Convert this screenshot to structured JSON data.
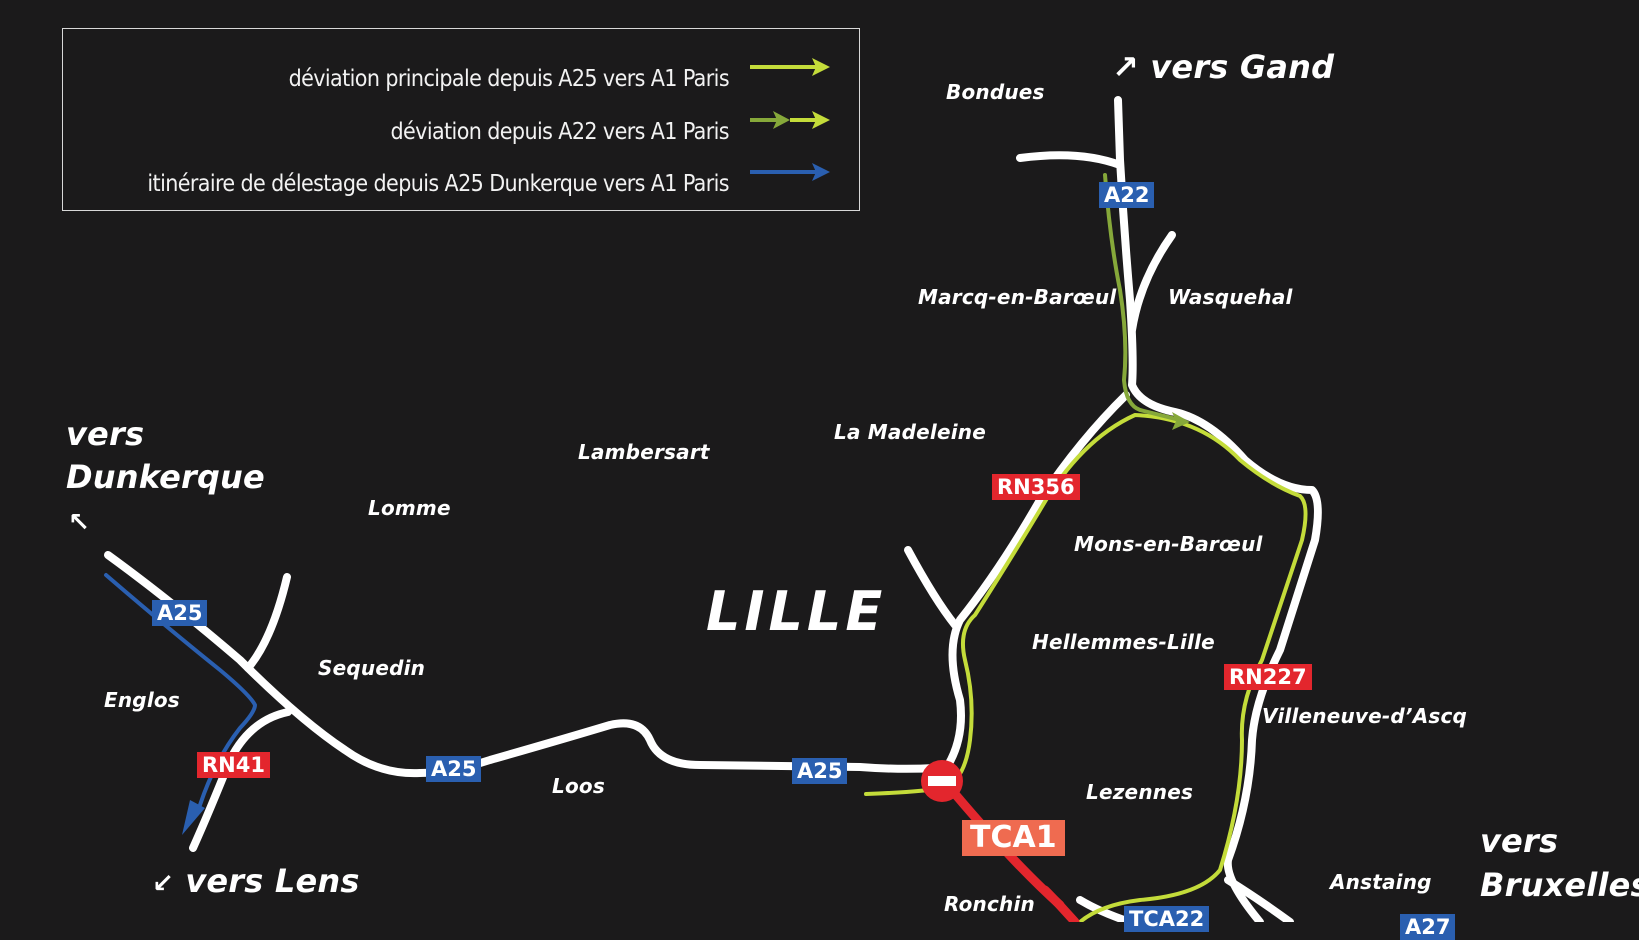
{
  "colors": {
    "background": "#1b1a1b",
    "road": "#ffffff",
    "main_deviation": "#c4dc3a",
    "a22_deviation": "#86a83a",
    "delestage": "#2a5fb0",
    "closed": "#e3262d",
    "tca1_shield": "#ef6b50",
    "motorway_shield": "#2a5fb0",
    "national_shield": "#e3262d"
  },
  "legend": {
    "items": [
      {
        "label": "déviation principale depuis A25 vers A1 Paris",
        "arrow": "lime-arrow"
      },
      {
        "label": "déviation depuis A22 vers A1 Paris",
        "arrow": "olive-lime-double-arrow"
      },
      {
        "label": "itinéraire de délestage depuis A25 Dunkerque vers A1 Paris",
        "arrow": "blue-arrow"
      }
    ]
  },
  "directions": {
    "gand": "vers Gand",
    "dunkerque_1": "vers",
    "dunkerque_2": "Dunkerque",
    "lens": "vers Lens",
    "bruxelles_1": "vers",
    "bruxelles_2": "Bruxelles"
  },
  "arrows": {
    "ne": "↗",
    "nw": "↖",
    "sw": "↙"
  },
  "city": "LILLE",
  "places": {
    "bondues": "Bondues",
    "marcq": "Marcq-en-Barœul",
    "wasquehal": "Wasquehal",
    "la_madeleine": "La Madeleine",
    "lambersart": "Lambersart",
    "lomme": "Lomme",
    "mons": "Mons-en-Barœul",
    "hellemmes": "Hellemmes-Lille",
    "villeneuve": "Villeneuve-d’Ascq",
    "sequedin": "Sequedin",
    "englos": "Englos",
    "loos": "Loos",
    "lezennes": "Lezennes",
    "ronchin": "Ronchin",
    "anstaing": "Anstaing"
  },
  "shields": {
    "a22": "A22",
    "a25_west": "A25",
    "a25_mid": "A25",
    "a25_east": "A25",
    "rn41": "RN41",
    "rn356": "RN356",
    "rn227": "RN227",
    "tca1": "TCA1",
    "tca22": "TCA22",
    "a27": "A27"
  },
  "symbols": {
    "no_entry": "no-entry-sign"
  }
}
